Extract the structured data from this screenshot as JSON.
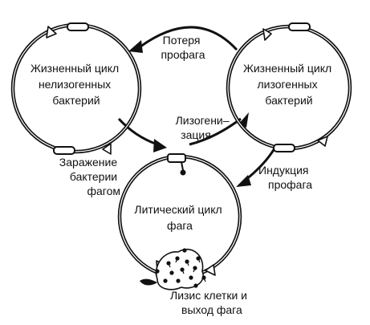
{
  "labels": {
    "nonlysogenic_cycle": [
      "Жизненный цикл",
      "нелизогенных",
      "бактерий"
    ],
    "lysogenic_cycle": [
      "Жизненный цикл",
      "лизогенных",
      "бактерий"
    ],
    "lytic_cycle": [
      "Литический цикл",
      "фага"
    ],
    "prophage_loss": [
      "Потеря",
      "профага"
    ],
    "lysogenization": [
      "Лизогени–",
      "зация"
    ],
    "infection": [
      "Заражение",
      "бактерии",
      "фагом"
    ],
    "induction": [
      "Индукция",
      "профага"
    ],
    "lysis": [
      "Лизис клетки и",
      "выход фага"
    ]
  }
}
